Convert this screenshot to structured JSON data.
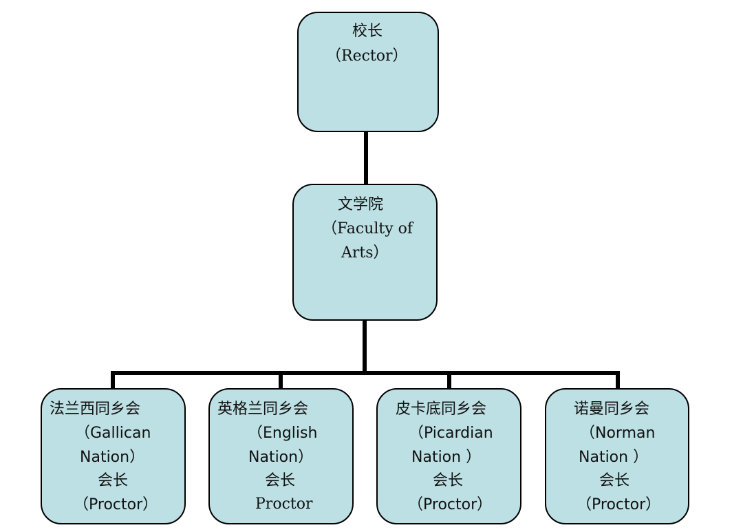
{
  "diagram": {
    "rector": {
      "lines": [
        "校长",
        "（Rector）"
      ]
    },
    "faculty": {
      "lines": [
        "文学院",
        "（Faculty of",
        "Arts）"
      ]
    },
    "nations": [
      {
        "lines": [
          "法兰西同乡会",
          "（Gallican",
          "Nation）",
          "会长",
          "（Proctor）"
        ]
      },
      {
        "lines": [
          "英格兰同乡会",
          "（English",
          "Nation）",
          "会长",
          "Proctor"
        ]
      },
      {
        "lines": [
          "皮卡底同乡会",
          "（Picardian",
          "Nation ）",
          "会长",
          "（Proctor）"
        ]
      },
      {
        "lines": [
          "诺曼同乡会",
          "（Norman",
          "Nation ）",
          "会长",
          "（Proctor）"
        ]
      }
    ]
  }
}
